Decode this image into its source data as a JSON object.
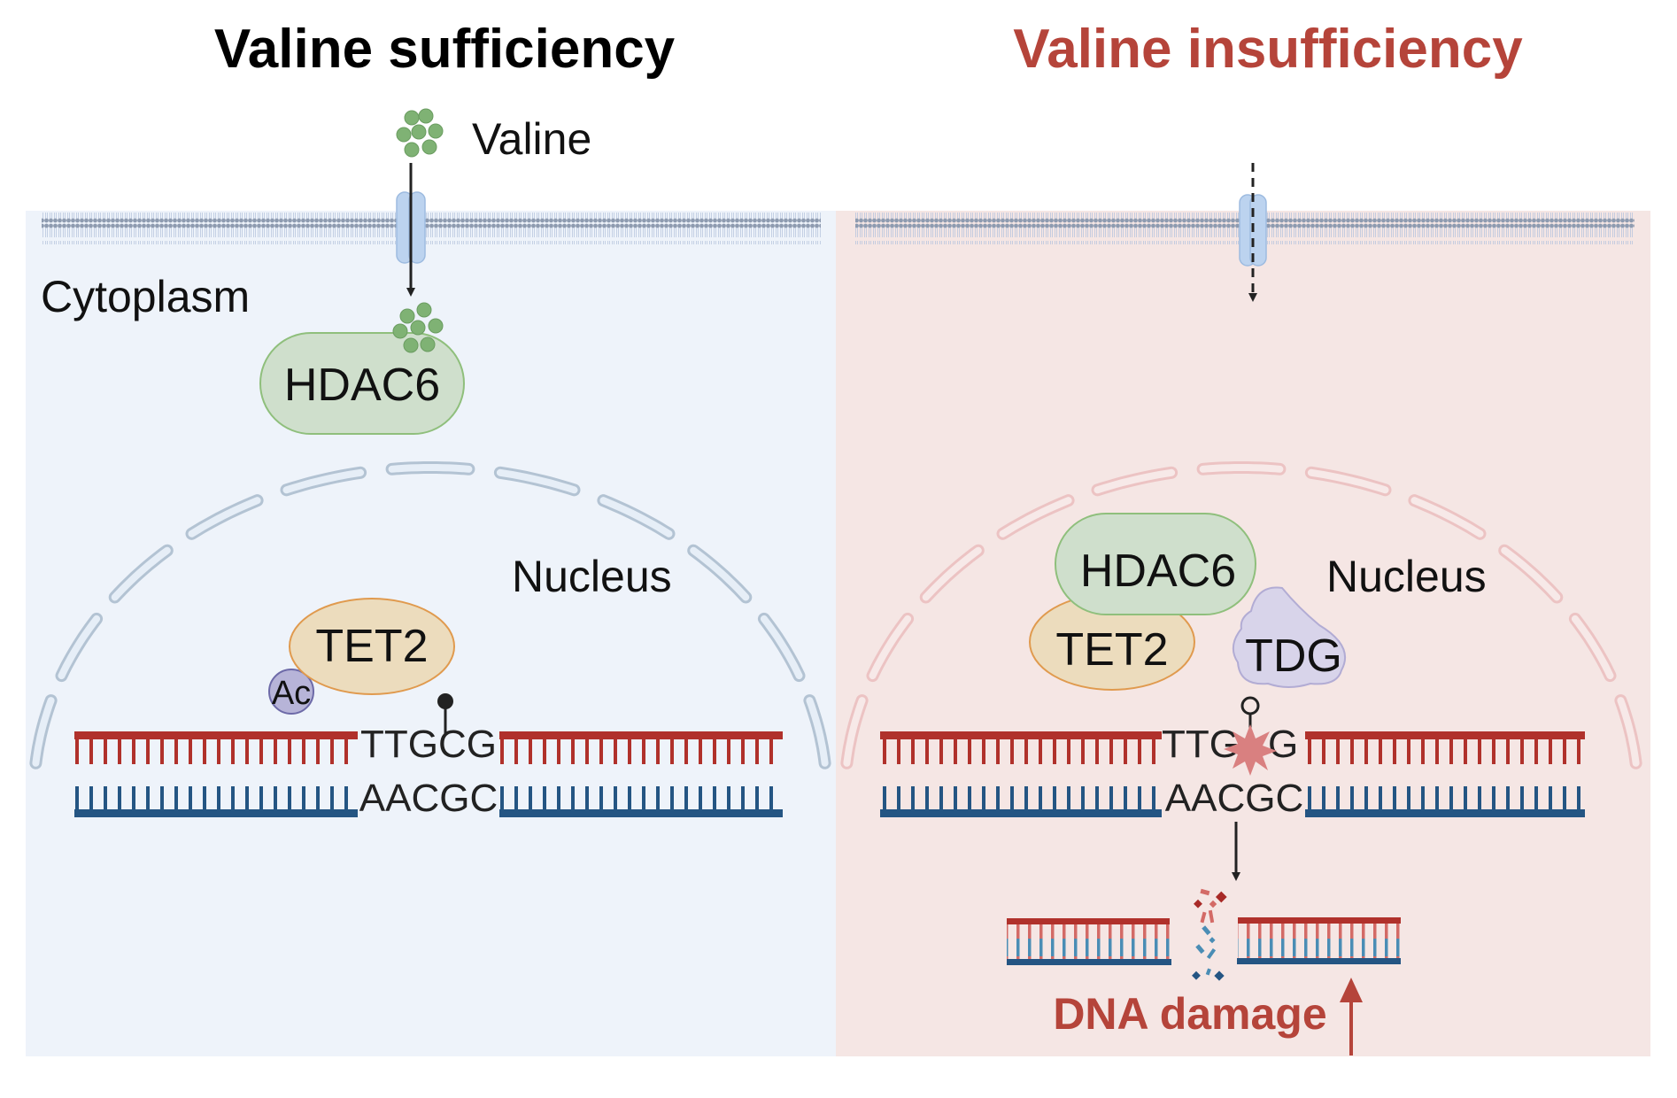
{
  "colors": {
    "left_bg": "#eef3fa",
    "right_bg": "#f5e6e4",
    "title_left": "#000000",
    "title_right": "#b5443a",
    "hdac6_fill": "#cfdfcc",
    "hdac6_stroke": "#8fbf7c",
    "tet2_fill": "#ecdcbd",
    "tet2_stroke": "#e09a4e",
    "ac_fill": "#b7b4d8",
    "tdg_fill": "#d8d4ea",
    "valine_dot": "#7fb274",
    "dna_top": "#b0312b",
    "dna_bottom": "#245583",
    "damage": "#b5443a",
    "lesion": "#d98080"
  },
  "left_panel": {
    "title": "Valine sufficiency",
    "valine_label": "Valine",
    "cytoplasm_label": "Cytoplasm",
    "nucleus_label": "Nucleus",
    "hdac6_label": "HDAC6",
    "tet2_label": "TET2",
    "ac_label": "Ac",
    "seq_top": "TTGCG",
    "seq_bottom": "AACGC"
  },
  "right_panel": {
    "title": "Valine insufficiency",
    "nucleus_label": "Nucleus",
    "hdac6_label": "HDAC6",
    "tet2_label": "TET2",
    "tdg_label": "TDG",
    "seq_top_prefix": "TTG",
    "seq_top_suffix": "G",
    "seq_bottom": "AACGC",
    "damage_label": "DNA damage"
  }
}
